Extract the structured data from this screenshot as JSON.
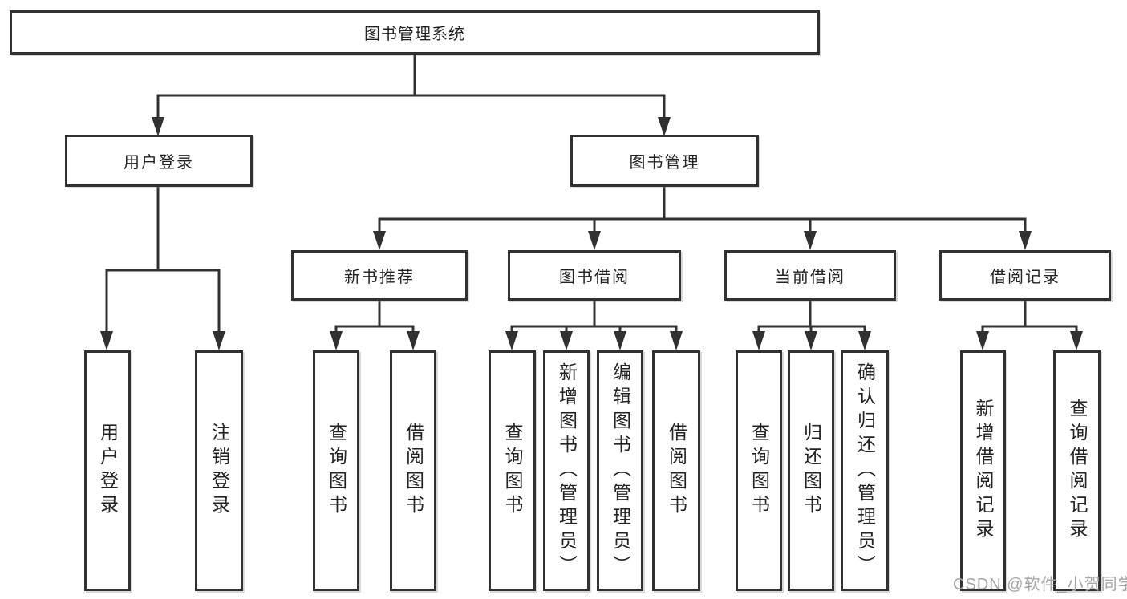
{
  "tree": {
    "title": "图书管理系统",
    "level2": [
      "用户登录",
      "图书管理"
    ],
    "level3": [
      "新书推荐",
      "图书借阅",
      "当前借阅",
      "借阅记录"
    ],
    "leaves": {
      "login": [
        "用户登录",
        "注销登录"
      ],
      "recommend": [
        "查询图书",
        "借阅图书"
      ],
      "borrow": [
        "查询图书",
        "新增图书（管理员）",
        "编辑图书（管理员）",
        "借阅图书"
      ],
      "current": [
        "查询图书",
        "归还图书",
        "确认归还（管理员）"
      ],
      "records": [
        "新增借阅记录",
        "查询借阅记录"
      ]
    },
    "watermark": "CSDN @软件_小贺同学",
    "colors": {
      "line": "#313131",
      "text": "#232323",
      "background": "#ffffff",
      "watermark": "#a6a6a6"
    }
  }
}
